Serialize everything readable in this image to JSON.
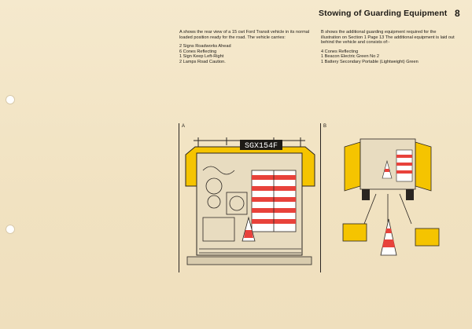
{
  "header": {
    "title": "Stowing of Guarding Equipment",
    "page_number": "8"
  },
  "column_a": {
    "intro": "A  shows the rear view of a 15 cwt Ford Transit  vehicle in its normal loaded position ready for the road. The vehicle carries:",
    "items": [
      "2 Signs Roadworks Ahead",
      "6 Cones Reflecting",
      "1 Sign Keep Left-Right",
      "2 Lamps Road Caution."
    ]
  },
  "column_b": {
    "intro": "B  shows the additional guarding equipment required for the illustration on  Section 1 Page 13 The additional equipment is laid out behind the vehicle and consists of:-",
    "items": [
      "4 Cones Reflecting",
      "1 Beacon Electric Green No 2",
      "1 Battery Secondary Portable (Lightweight) Green"
    ]
  },
  "figure_a": {
    "label": "A",
    "number_plate": "SGX154F"
  },
  "figure_b": {
    "label": "B"
  },
  "colors": {
    "paper": "#f3e6c7",
    "yellow": "#f5c400",
    "red_stripe": "#e8423b",
    "ink": "#1d1a16"
  }
}
